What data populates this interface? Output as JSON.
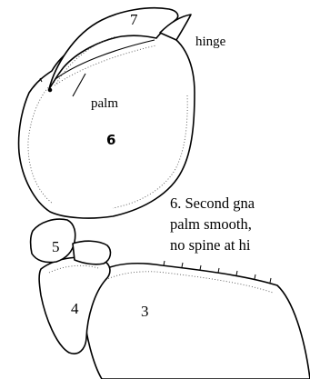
{
  "labels": {
    "segment_7": "7",
    "segment_6": "6",
    "segment_5": "5",
    "segment_4": "4",
    "segment_3": "3",
    "hinge": "hinge",
    "palm": "palm"
  },
  "caption": {
    "line1": "6. Second gna",
    "line2": "palm smooth,",
    "line3": "no spine at hi"
  }
}
